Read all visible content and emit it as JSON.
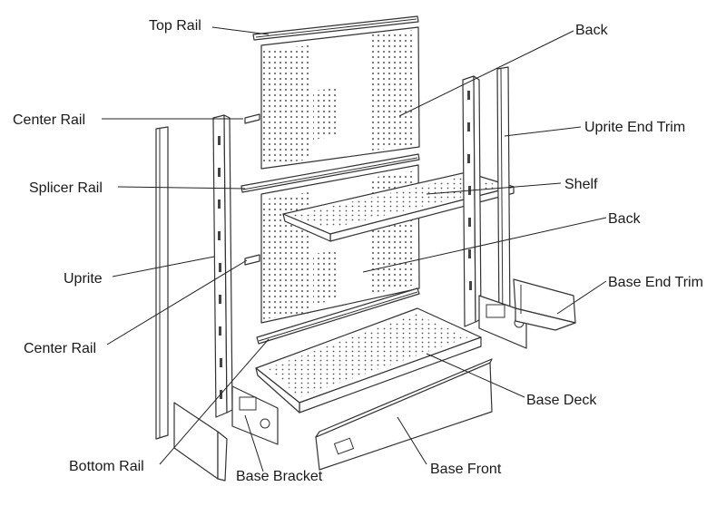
{
  "labels": {
    "top_rail": "Top Rail",
    "back_top": "Back",
    "center_rail_top": "Center Rail",
    "uprite_end_trim": "Uprite End Trim",
    "splicer_rail": "Splicer Rail",
    "shelf": "Shelf",
    "back_lower": "Back",
    "uprite": "Uprite",
    "base_end_trim": "Base End Trim",
    "center_rail_lower": "Center Rail",
    "base_deck": "Base Deck",
    "bottom_rail": "Bottom Rail",
    "base_bracket": "Base Bracket",
    "base_front": "Base Front"
  },
  "colors": {
    "line": "#333333",
    "text": "#1a1a1a",
    "background": "#ffffff"
  }
}
